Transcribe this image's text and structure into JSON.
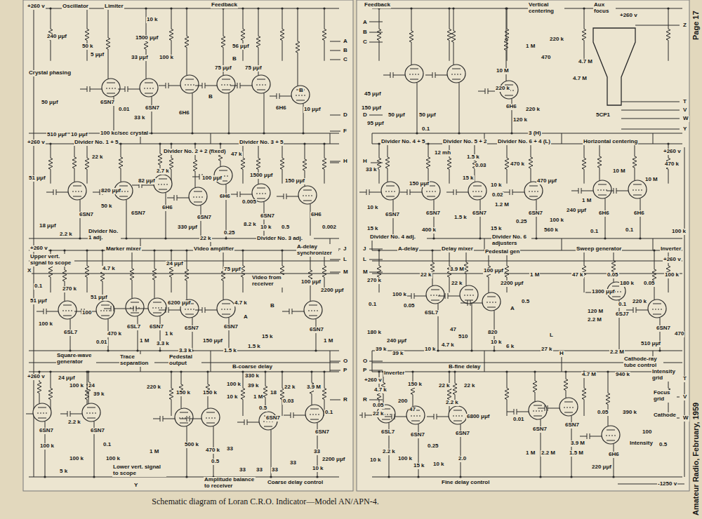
{
  "diagram": {
    "caption": "Schematic diagram of Loran C.R.O. Indicator—Model AN/APN-4.",
    "labels": [
      "+260 v",
      "Oscillator",
      "Limiter",
      "Feedback",
      "10 k",
      "240 μμf",
      "1500 μμf",
      "100 k",
      "50 k",
      "5 μμf",
      "33 μμf",
      "Crystal phasing",
      "50 μμf",
      "6SN7",
      "0.01",
      "33 k",
      "6SN7",
      "510 μμf",
      "10 μμf",
      "100 kc/sec crystal",
      "6H6",
      "56 μμf",
      "75 μμf",
      "75 μμf",
      "B",
      "B",
      "B",
      "6H6",
      "10 μμf",
      "A",
      "B",
      "C",
      "D",
      "F",
      "+260 v",
      "Divider No. 1 + 5",
      "Divider No. 2 + 2 (fixed)",
      "Divider No. 3 + 5",
      "22 k",
      "47 k",
      "2.7 k",
      "51 μμf",
      "820 μμf",
      "82 μμf",
      "100 μμf",
      "1500 μμf",
      "150 μμf",
      "H",
      "50 k",
      "6SN7",
      "6SN7",
      "6H6",
      "6SN7",
      "6H6",
      "6SN7",
      "6H6",
      "330 μμf",
      "0.005",
      "8.2 k",
      "22 k",
      "0.25",
      "10 k",
      "0.5",
      "0.002",
      "Divider No. 3 adj.",
      "Divider No. 1 adj.",
      "18 μμf",
      "2.2 k",
      "+260 v",
      "Marker mixer",
      "Video amplifier",
      "A-delay synchronizer",
      "Upper vert. signal to scope",
      "J",
      "L",
      "X",
      "4.7 k",
      "24 μμf",
      "75 μμf",
      "0.1",
      "51 μμf",
      "270 k",
      "51 μμf",
      "Video from receiver",
      "100 μμf",
      "2200 μμf",
      "M",
      "6200 μμf",
      "4.7 k",
      "100 k",
      "6SL7",
      "100",
      "470 k",
      "0.01",
      "6SL7",
      "6SN7",
      "6SN7",
      "6SN7",
      "6SN7",
      "1 k",
      "3.3 k",
      "3.3 k",
      "1 M",
      "1 M",
      "150 μμf",
      "1.5 k",
      "1.5 k",
      "15 k",
      "A",
      "B",
      "Square-wave generator",
      "Trace separation",
      "Pedestal output",
      "B-coarse delay",
      "O",
      "P",
      "+260 v",
      "24 μμf",
      "100 k",
      "24",
      "39 k",
      "220 k",
      "150 k",
      "150 k",
      "100 k",
      "39 k",
      "330 k",
      "22 k",
      "3.9 M",
      "0.1",
      "10 k",
      "1 M",
      "0.5",
      "0.03",
      "18",
      "6SN7",
      "6SN7",
      "6SN7",
      "6SN7",
      "2.2 k",
      "0.1",
      "100 k",
      "100 k",
      "100 k",
      "5 k",
      "500 k",
      "470 k",
      "0.5",
      "1 M",
      "33",
      "33",
      "33",
      "33",
      "33",
      "33",
      "Lower vert. signal to scope",
      "Y",
      "Amplitude balance to receiver",
      "Coarse delay control",
      "10 k",
      "2200 μμf",
      "R",
      "Feedback",
      "Vertical centering",
      "Aux focus",
      "+260 v",
      "Z",
      "A",
      "B",
      "C",
      "D",
      "220 k",
      "1 M",
      "470",
      "4.7 M",
      "4.7 M",
      "10 M",
      "220 k",
      "220 k",
      "5CP1",
      "T",
      "V",
      "W",
      "Y",
      "6H6",
      "120 k",
      "0.1",
      "3 (H)",
      "45 μμf",
      "150 μμf",
      "95 μμf",
      "50 μμf",
      "50 μμf",
      "Divider No. 4 + 5",
      "Divider No. 5 + 2",
      "Divider No. 6 + 4 (L)",
      "Horizontal centering",
      "+260 v",
      "12 mh",
      "1.5 k",
      "0.03",
      "470 k",
      "33 k",
      "150 μμf",
      "15 k",
      "10 k",
      "10 M",
      "10 M",
      "470 k",
      "470 μμf",
      "0.02",
      "1.2 M",
      "6SN7",
      "6SN7",
      "6SN7",
      "6SN7",
      "10 k",
      "15 k",
      "1.5 k",
      "400 k",
      "15 k",
      "0.25",
      "100 k",
      "560 k",
      "240 μμf",
      "6H6",
      "6H6",
      "0.1",
      "0.1",
      "100 k",
      "1 M",
      "Divider No. 4 adj.",
      "Divider No. 6 adjusters",
      "A-delay",
      "Delay mixer",
      "Pedestal gen",
      "Sweep generator",
      "Inverter",
      "+260 v",
      "270 k",
      "3.9 M",
      "22 k",
      "22 k",
      "100 μμf",
      "47 k",
      "0.05",
      "1 M",
      "100 k",
      "180 k",
      "0.05",
      "220 k",
      "1300 μμf",
      "0.1",
      "100 k",
      "0.05",
      "6SL7",
      "0.5",
      "2200 μμf",
      "120 M",
      "2.2 M",
      "6SJ7",
      "6SN7",
      "0.1",
      "180 k",
      "240 μμf",
      "39 k",
      "39 k",
      "47",
      "510",
      "4.7 k",
      "10 k",
      "820",
      "10 k",
      "6 k",
      "27 k",
      "2.2 M",
      "510 μμf",
      "470",
      "Cathode-ray tube control",
      "4.7 M",
      "Inverter",
      "B-fine delay",
      "+260 v",
      "4.7 k",
      "150 k",
      "22 k",
      "22 k",
      "0.05",
      "22 k",
      "200",
      "47",
      "2.2 k",
      "6SL7",
      "6SN7",
      "6SN7",
      "0.25",
      "2.2 k",
      "10 k",
      "100 k",
      "15 k",
      "10 k",
      "2.0",
      "6800 μμf",
      "0.01",
      "6SN7",
      "6SN7",
      "6H6",
      "1 M",
      "2.2 M",
      "3.9 M",
      "1.5 M",
      "0.05",
      "220 μμf",
      "940 k",
      "Intensity grid",
      "Focus grid",
      "390 k",
      "Cathode",
      "100",
      "Intensity",
      "0.5",
      "Fine delay control",
      "-1250 v",
      "T",
      "V",
      "W",
      "J",
      "L",
      "M",
      "O",
      "P",
      "R",
      "H",
      "A",
      "L",
      "H",
      "Page 17",
      "Amateur Radio, February, 1959"
    ]
  }
}
